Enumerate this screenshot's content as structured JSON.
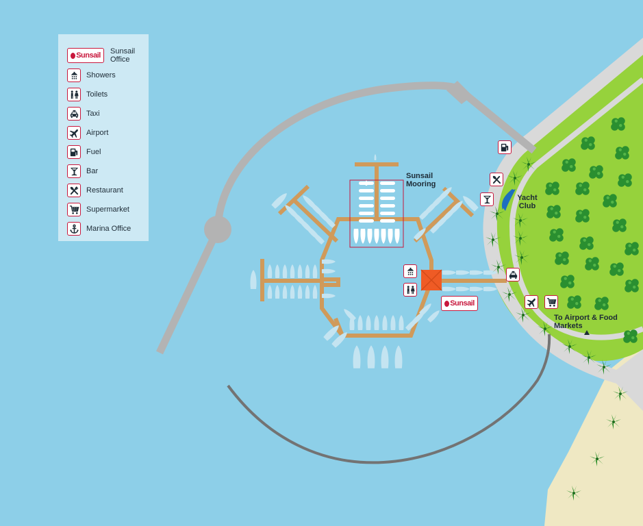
{
  "legend": {
    "items": [
      {
        "label": "Sunsail Office",
        "icon": "sunsail-logo"
      },
      {
        "label": "Showers",
        "icon": "shower-icon"
      },
      {
        "label": "Toilets",
        "icon": "toilets-icon"
      },
      {
        "label": "Taxi",
        "icon": "taxi-icon"
      },
      {
        "label": "Airport",
        "icon": "airport-icon"
      },
      {
        "label": "Fuel",
        "icon": "fuel-icon"
      },
      {
        "label": "Bar",
        "icon": "bar-icon"
      },
      {
        "label": "Restaurant",
        "icon": "restaurant-icon"
      },
      {
        "label": "Supermarket",
        "icon": "supermarket-icon"
      },
      {
        "label": "Marina Office",
        "icon": "anchor-icon"
      }
    ]
  },
  "brand": {
    "logo_text": "Sunsail"
  },
  "labels": {
    "sunsail_mooring": "Sunsail Mooring",
    "yacht_club": "Yacht Club",
    "to_airport": "To Airport & Food Markets"
  },
  "colors": {
    "water": "#8dcfe8",
    "legend_bg": "#cde9f4",
    "breakwater": "#b3b3b3",
    "dock": "#d09a5a",
    "grass": "#96d23c",
    "road": "#d9d9d9",
    "sand": "#efe8c3",
    "accent_red": "#c8173c",
    "building": "#ef5b25",
    "yacht_club": "#1d6fbf"
  }
}
